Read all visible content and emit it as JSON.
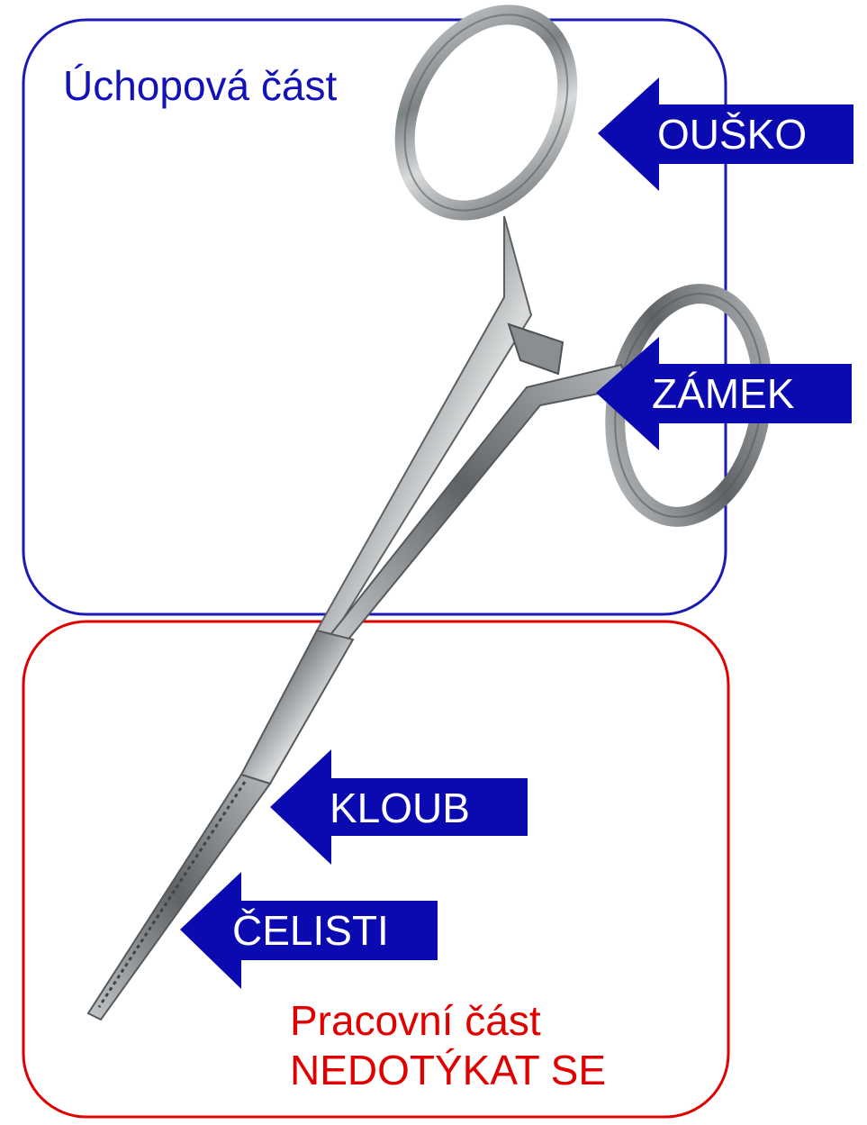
{
  "diagram": {
    "grip_region": {
      "title": "Úchopová část",
      "color": "#1a1ab5"
    },
    "working_region": {
      "title_line1": "Pracovní část",
      "title_line2": "NEDOTÝKAT SE",
      "color": "#e00000"
    },
    "callouts": [
      {
        "label": "OUŠKO",
        "color": "#0a0ab0"
      },
      {
        "label": "ZÁMEK",
        "color": "#0a0ab0"
      },
      {
        "label": "KLOUB",
        "color": "#0a0ab0"
      },
      {
        "label": "ČELISTI",
        "color": "#0a0ab0"
      }
    ],
    "instrument_icon": "surgical-hemostat-illustration"
  }
}
